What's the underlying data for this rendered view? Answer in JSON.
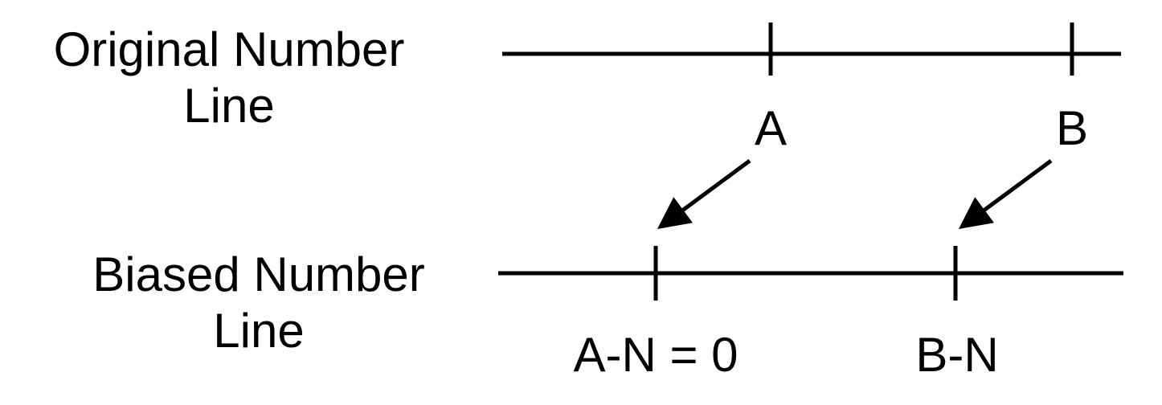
{
  "top_line": {
    "title_line1": "Original Number",
    "title_line2": "Line",
    "point_a": "A",
    "point_b": "B"
  },
  "bottom_line": {
    "title_line1": "Biased Number",
    "title_line2": "Line",
    "point_a": "A-N = 0",
    "point_b": "B-N"
  },
  "colors": {
    "ink": "#000000",
    "background": "#ffffff"
  }
}
